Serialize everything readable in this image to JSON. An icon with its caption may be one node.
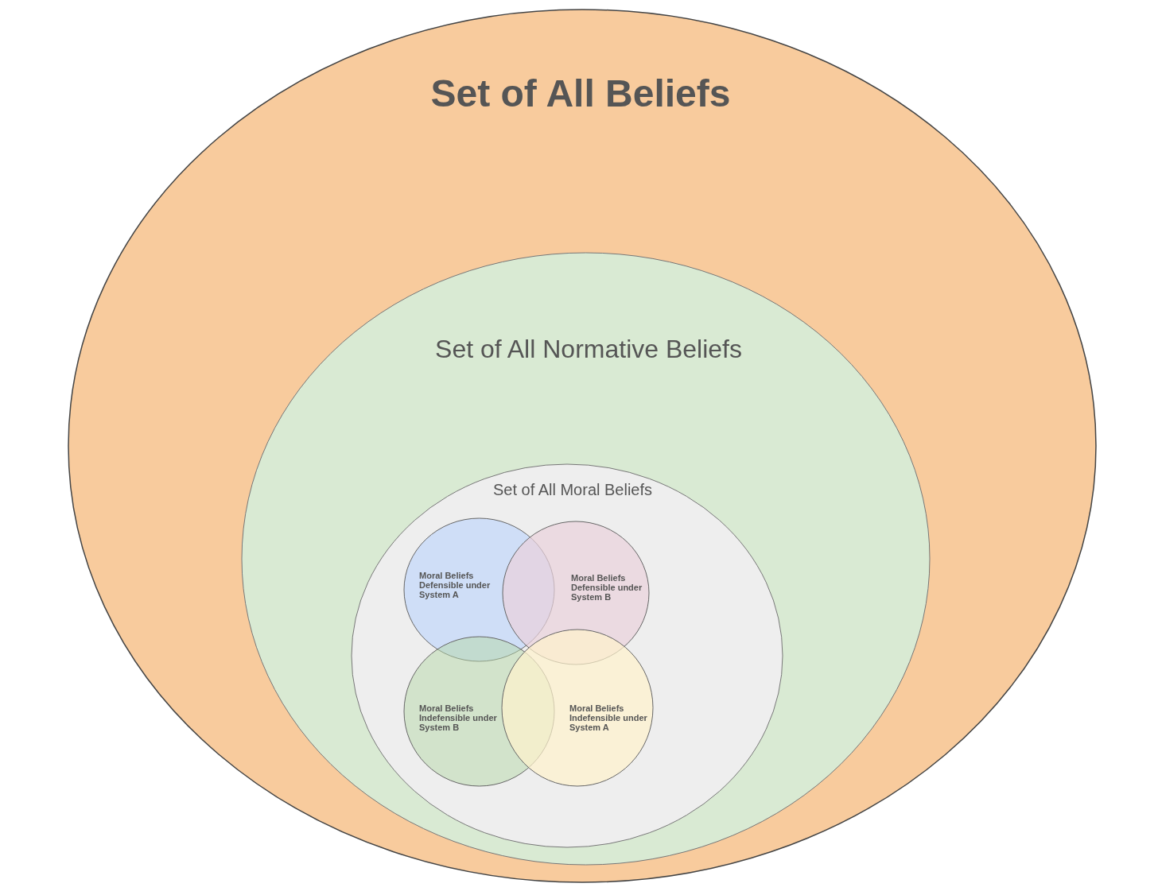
{
  "diagram": {
    "nodes": [
      {
        "text": [
          "Set of All Beliefs"
        ]
      },
      {
        "text": [
          "Set of All Normative Beliefs"
        ],
        "in": 0
      },
      {
        "text": [
          "Set of All Moral Beliefs"
        ],
        "in": 1
      },
      {
        "text": [
          "Moral Beliefs Defensible under System A"
        ],
        "in": 2
      },
      {
        "text": [
          "Moral Beliefs Defensible under System B"
        ],
        "in": 2
      },
      {
        "text": [
          "Moral Beliefs Indefensible under System B"
        ],
        "in": 2
      },
      {
        "text": [
          "Moral Beliefs Indefensible under System A"
        ],
        "in": 2
      }
    ]
  }
}
